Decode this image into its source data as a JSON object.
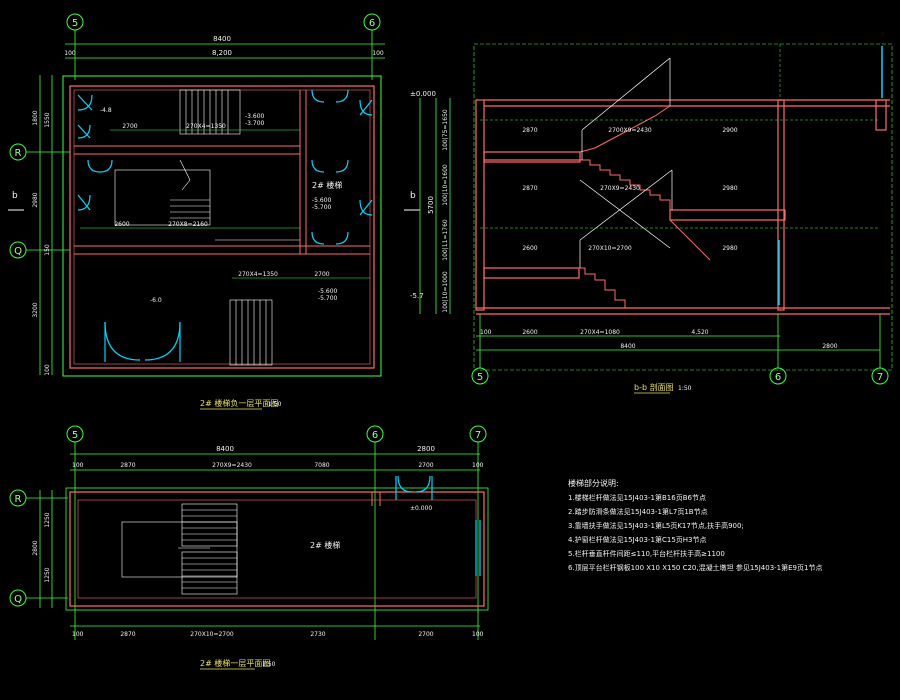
{
  "colors": {
    "background": "#000000",
    "dimension": "#3cff3c",
    "wall": "#ff6a6a",
    "wall_inner": "#ffaa66",
    "stairs": "#ffffff",
    "door": "#00d6ff",
    "axis": "#3cff3c",
    "text": "#f2f2f2",
    "title_text": "#e8e060"
  },
  "plan_top": {
    "axes_top": [
      "5",
      "6"
    ],
    "axes_left": [
      "R",
      "Q"
    ],
    "dims_top_total": "8400",
    "dims_top": [
      "100",
      "8,200",
      "100"
    ],
    "dims_left": [
      "1800",
      "1550",
      "2980",
      "3200",
      "150",
      "100"
    ],
    "stair_labels": [
      "2700",
      "270X4=1350",
      "2600",
      "270X8=2160",
      "2700",
      "270X4=1350"
    ],
    "elev_labels": [
      "-3.600",
      "-3.700",
      "-5.600",
      "-5.700",
      "-5.600",
      "-5.700",
      "-6.0",
      "-4.8"
    ],
    "room_label": "2# 楼梯",
    "section_mark": "b",
    "title": "2# 楼梯负一层平面图",
    "scale": "1:50"
  },
  "section": {
    "axes_bottom": [
      "5",
      "6",
      "7"
    ],
    "dims_bottom": [
      "100",
      "2600",
      "270X4=1080",
      "4,520",
      "8400",
      "2800"
    ],
    "left_dims": [
      "100|75=1650",
      "100|10=1600",
      "100|11=1760",
      "100|10=1000"
    ],
    "elev": [
      "±0.000",
      "-5.7"
    ],
    "height_total": "5700",
    "flight_labels": [
      "2870",
      "2700X9=2430",
      "2870",
      "270X9=2430",
      "2600",
      "270X10=2700"
    ],
    "right_dims": [
      "2900",
      "2980",
      "2980"
    ],
    "title": "b-b 剖面图",
    "scale": "1:50"
  },
  "plan_bottom": {
    "axes_top": [
      "5",
      "6",
      "7"
    ],
    "axes_left": [
      "R",
      "Q"
    ],
    "dims_top_total": "8400",
    "dims_top_right": "2800",
    "dims_top": [
      "100",
      "2870",
      "270X9=2430",
      "7080",
      "2700",
      "100"
    ],
    "dims_left": [
      "1250",
      "2800",
      "1250"
    ],
    "dims_bottom": [
      "100",
      "2870",
      "270X10=2700",
      "2730",
      "2700",
      "100"
    ],
    "room_label": "2# 楼梯",
    "elev_label": "±0.000",
    "title": "2# 楼梯一层平面图",
    "scale": "1:50"
  },
  "notes": {
    "heading": "楼梯部分说明:",
    "items": [
      "1.楼梯栏杆做法见15J403-1第B16页B6节点",
      "2.踏步防滑条做法见15J403-1第L7页1B节点",
      "3.靠墙扶手做法见15J403-1第L5页K17节点,扶手高900;",
      "4.护窗栏杆做法见15J403-1第C15页H3节点",
      "5.栏杆垂直杆件间距≤110,平台栏杆扶手高≥1100",
      "6.顶层平台栏杆钢板100 X10 X150 C20,混凝土墩坦 参见15J403-1第E9页1节点"
    ]
  }
}
